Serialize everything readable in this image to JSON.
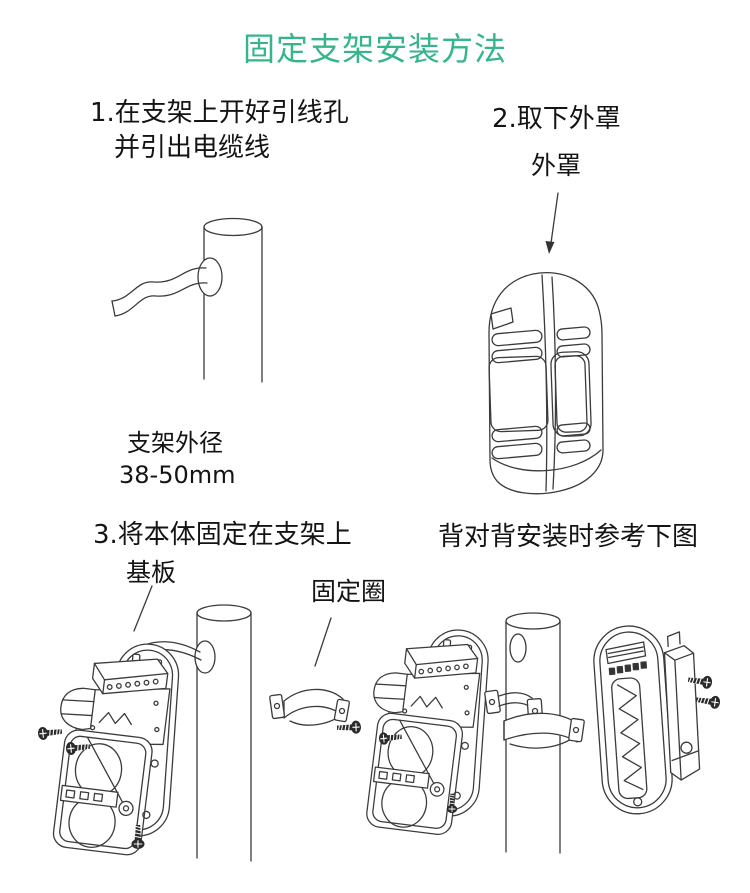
{
  "page": {
    "background": "#ffffff",
    "accent_green": "#35b58c",
    "line_color": "#3b3b3b"
  },
  "title": "固定支架安装方法",
  "steps": {
    "step1": {
      "line1": "1.在支架上开好引线孔",
      "line2": "并引出电缆线"
    },
    "step2": {
      "label": "2.取下外罩",
      "callout": "外罩"
    },
    "step3": {
      "label": "3.将本体固定在支架上",
      "base_plate_callout": "基板",
      "fixing_ring_callout": "固定圈"
    },
    "back_to_back": {
      "label": "背对背安装时参考下图"
    }
  },
  "pole_note": {
    "line1": "支架外径",
    "line2": "38-50mm"
  },
  "illustrations": {
    "step1_pole": "pole-with-wire-hole-and-cable",
    "step2_cover": "detector-outer-cover",
    "step2_arrow": "down-arrow-icon",
    "step3_left": "detector-body-mounted-on-pole-with-fixing-ring-and-screws",
    "back_to_back_assembly": "two-detectors-back-to-back-on-pole"
  }
}
